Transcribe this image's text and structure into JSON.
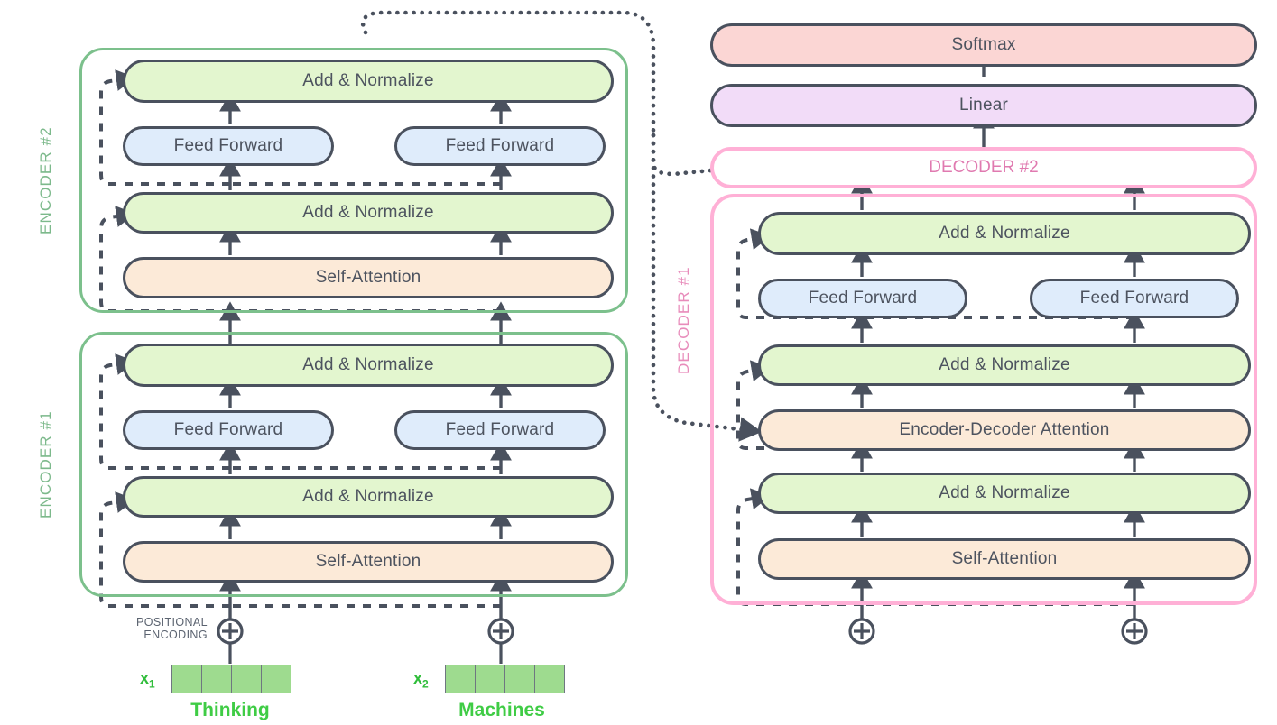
{
  "diagram": {
    "title": "Transformer encoder-decoder architecture",
    "colors": {
      "green_fill": "#e3f6cf",
      "blue_fill": "#dfecfb",
      "orange_fill": "#fcead8",
      "softmax_fill": "#fbd6d4",
      "linear_fill": "#f2dcf8",
      "stroke": "#4a515e",
      "encoder_border": "#7cc08c",
      "decoder_border": "#ffb0d6",
      "decoder_label": "#e07ab0",
      "embedding_cell": "#9edb8f",
      "word_text": "#3fcc45"
    }
  },
  "encoder_stack": {
    "blocks": [
      {
        "label": "ENCODER #2",
        "rows": [
          {
            "kind": "add-norm",
            "label": "Add & Normalize"
          },
          {
            "kind": "feed-forward",
            "label": "Feed Forward",
            "count": 2
          },
          {
            "kind": "add-norm",
            "label": "Add & Normalize"
          },
          {
            "kind": "self-attention",
            "label": "Self-Attention"
          }
        ]
      },
      {
        "label": "ENCODER #1",
        "rows": [
          {
            "kind": "add-norm",
            "label": "Add & Normalize"
          },
          {
            "kind": "feed-forward",
            "label": "Feed Forward",
            "count": 2
          },
          {
            "kind": "add-norm",
            "label": "Add & Normalize"
          },
          {
            "kind": "self-attention",
            "label": "Self-Attention"
          }
        ]
      }
    ]
  },
  "decoder_stack": {
    "collapsed": {
      "label": "DECODER #2"
    },
    "expanded": {
      "label": "DECODER #1",
      "rows": [
        {
          "kind": "add-norm",
          "label": "Add & Normalize"
        },
        {
          "kind": "feed-forward",
          "label": "Feed Forward",
          "count": 2
        },
        {
          "kind": "add-norm",
          "label": "Add & Normalize"
        },
        {
          "kind": "encoder-decoder-attention",
          "label": "Encoder-Decoder Attention"
        },
        {
          "kind": "add-norm",
          "label": "Add & Normalize"
        },
        {
          "kind": "self-attention",
          "label": "Self-Attention"
        }
      ]
    }
  },
  "output_head": {
    "softmax": "Softmax",
    "linear": "Linear"
  },
  "inputs": {
    "positional_encoding_line1": "POSITIONAL",
    "positional_encoding_line2": "ENCODING",
    "plus_symbol": "⊕",
    "tokens": [
      {
        "vector_label": "x",
        "vector_index": "1",
        "word": "Thinking",
        "cells": 4
      },
      {
        "vector_label": "x",
        "vector_index": "2",
        "word": "Machines",
        "cells": 4
      }
    ]
  }
}
